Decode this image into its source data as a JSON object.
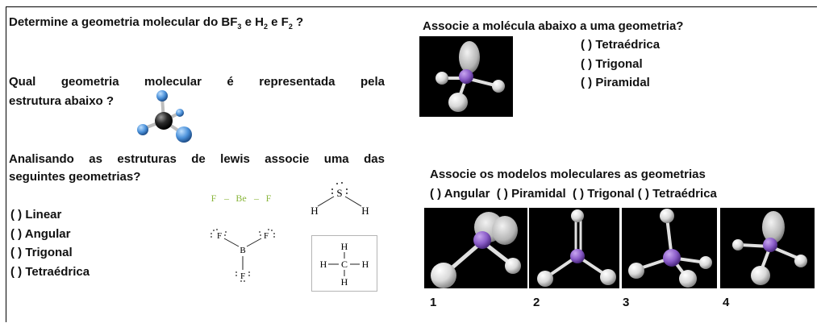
{
  "left": {
    "q1": {
      "prefix": "Determine a geometria molecular do BF",
      "sub1": "3",
      "mid1": " e H",
      "sub2": "2",
      "mid2": " e F",
      "sub3": "2",
      "suffix": " ?"
    },
    "q2": {
      "line1_words": [
        "Qual",
        "geometria",
        "molecular",
        "é",
        "representada",
        "pela"
      ],
      "line2": "estrutura abaixo ?"
    },
    "q3": {
      "line1_words": [
        "Analisando",
        "as",
        "estruturas",
        "de",
        "lewis",
        "associe",
        "uma",
        "das"
      ],
      "line2": "seguintes geometrias?"
    },
    "options": [
      "( ) Linear",
      "( ) Angular",
      "( ) Trigonal",
      "( ) Tetraédrica"
    ],
    "lewis": {
      "beF2": {
        "f1": "F",
        "dash1": "–",
        "be": "Be",
        "dash2": "–",
        "f2": "F"
      },
      "h2s": {
        "s": "S",
        "h1": "H",
        "h2": "H"
      },
      "bf3": {
        "b": "B",
        "f_left": "F",
        "f_right": "F",
        "f_bottom": "F"
      },
      "ch4": {
        "c": "C",
        "h_top": "H",
        "h_left": "H",
        "h_right": "H",
        "h_bottom": "H"
      }
    },
    "colors": {
      "beF2": "#8ab63c",
      "molecule_blue": "#4a90d9"
    }
  },
  "right": {
    "q4": {
      "title": "Associe a molécula abaixo a uma geometria?",
      "options": [
        "( ) Tetraédrica",
        "( ) Trigonal",
        "( ) Piramidal"
      ]
    },
    "q5": {
      "title": "Associe os modelos moleculares as geometrias",
      "options_line": "( ) Angular  ( ) Piramidal  ( ) Trigonal ( ) Tetraédrica",
      "numbers": [
        "1",
        "2",
        "3",
        "4"
      ]
    }
  }
}
